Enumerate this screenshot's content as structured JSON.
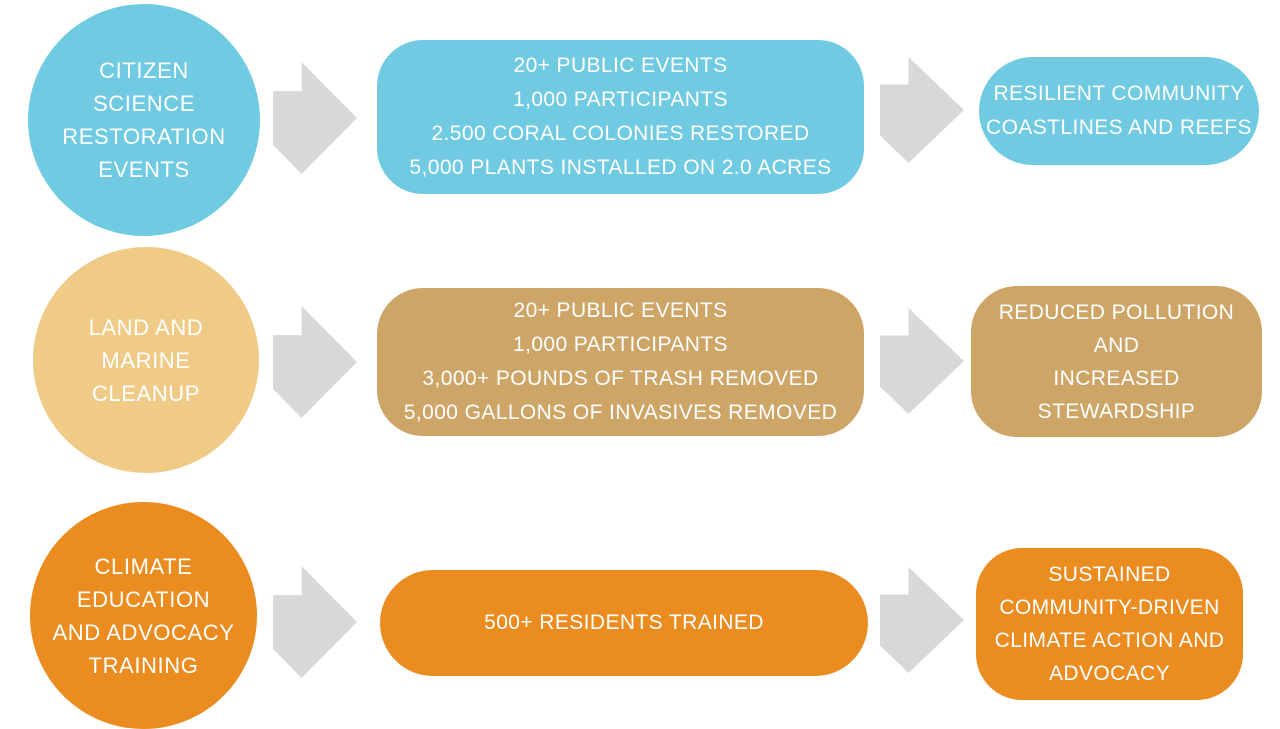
{
  "diagram": {
    "background_color": "#FFFFFF",
    "text_color": "#FFFFFF",
    "arrow_color": "#D8D8D8",
    "icons": {
      "flow_arrow": "arrow-right"
    },
    "rows": [
      {
        "circle_color": "#6FCAE2",
        "box_color": "#6FCAE2",
        "activity": "CITIZEN\nSCIENCE\nRESTORATION\nEVENTS",
        "outputs": "20+ PUBLIC EVENTS\n1,000 PARTICIPANTS\n2.500 CORAL COLONIES RESTORED\n5,000 PLANTS INSTALLED ON 2.0 ACRES",
        "outcome": "RESILIENT COMMUNITY\nCOASTLINES AND REEFS"
      },
      {
        "circle_color": "#F0CB87",
        "box_color": "#CDA567",
        "activity": "LAND AND\nMARINE\nCLEANUP",
        "outputs": "20+ PUBLIC EVENTS\n1,000 PARTICIPANTS\n3,000+ POUNDS OF TRASH REMOVED\n5,000 GALLONS OF INVASIVES REMOVED",
        "outcome": "REDUCED POLLUTION\nAND\nINCREASED\nSTEWARDSHIP"
      },
      {
        "circle_color": "#EA8C20",
        "box_color": "#EA8C20",
        "activity": "CLIMATE\nEDUCATION\nAND ADVOCACY\nTRAINING",
        "outputs": "500+ RESIDENTS TRAINED",
        "outcome": "SUSTAINED\nCOMMUNITY-DRIVEN\nCLIMATE ACTION AND\nADVOCACY"
      }
    ]
  }
}
